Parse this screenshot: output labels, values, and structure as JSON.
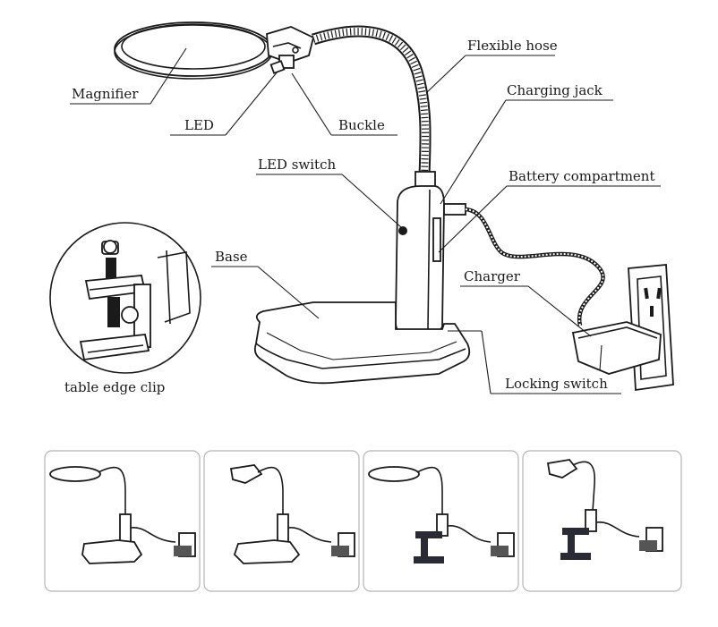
{
  "labels": {
    "flexible_hose": "Flexible hose",
    "magnifier": "Magnifier",
    "charging_jack": "Charging jack",
    "led": "LED",
    "buckle": "Buckle",
    "led_switch": "LED switch",
    "battery_compartment": "Battery compartment",
    "base": "Base",
    "charger": "Charger",
    "table_edge_clip": "table edge clip",
    "locking_switch": "Locking switch"
  },
  "panels": [
    {
      "name": "panel-desk-magnifier-on-base",
      "mount": "base",
      "head": "magnifier"
    },
    {
      "name": "panel-desk-led-head-on-base",
      "mount": "base",
      "head": "led-only"
    },
    {
      "name": "panel-clamp-magnifier",
      "mount": "clamp",
      "head": "magnifier"
    },
    {
      "name": "panel-clamp-led-head",
      "mount": "clamp",
      "head": "led-only"
    }
  ]
}
